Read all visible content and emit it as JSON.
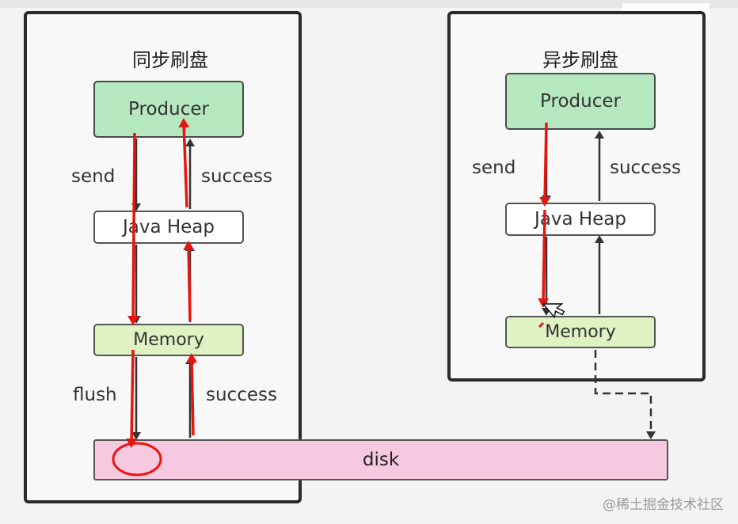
{
  "sync": {
    "title": "同步刷盘",
    "producer": "Producer",
    "heap": "Java Heap",
    "memory": "Memory",
    "send": "send",
    "success_top": "success",
    "flush": "flush",
    "success_bottom": "success"
  },
  "async": {
    "title": "异步刷盘",
    "producer": "Producer",
    "heap": "Java Heap",
    "memory": "Memory",
    "send": "send",
    "success": "success"
  },
  "disk": {
    "label": "disk"
  },
  "watermark": "@稀土掘金技术社区",
  "colors": {
    "producer_fill": "#b6e8c0",
    "memory_fill": "#def2c2",
    "disk_fill": "#f7c9e0",
    "annotation_red": "#e8150f",
    "arrow_dark": "#333333"
  }
}
